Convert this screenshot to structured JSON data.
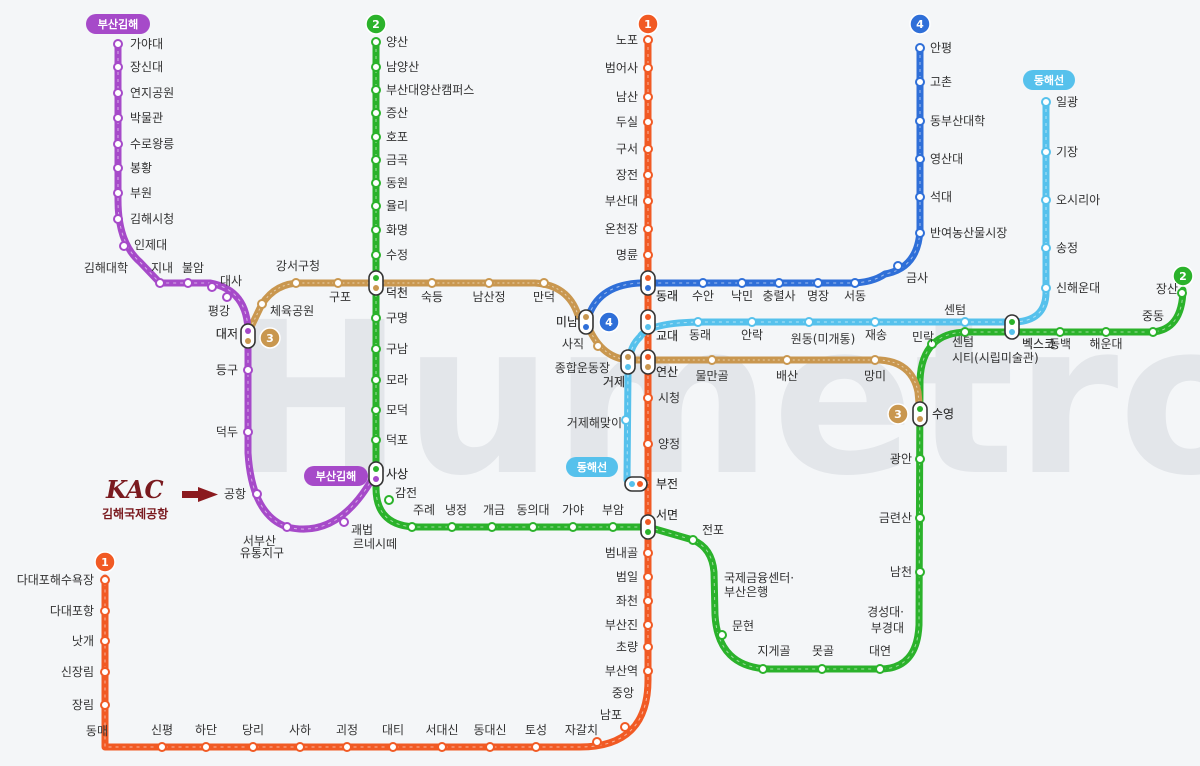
{
  "watermark": "Humetro",
  "lines": {
    "l1": {
      "badge": "1",
      "color": "#f15a24"
    },
    "l2": {
      "badge": "2",
      "color": "#2bb22b"
    },
    "l3": {
      "badge": "3",
      "color": "#c9974f"
    },
    "l4": {
      "badge": "4",
      "color": "#2f6fd8"
    },
    "bgl": {
      "badge": "부산김해",
      "color": "#a64ac9"
    },
    "dh": {
      "badge": "동해선",
      "color": "#56c1ec"
    }
  },
  "airport": {
    "logo": "KAC",
    "name": "김해국제공항"
  },
  "stations": {
    "l1": [
      "노포",
      "범어사",
      "남산",
      "두실",
      "구서",
      "장전",
      "부산대",
      "온천장",
      "명륜",
      "동래",
      "교대",
      "연산",
      "시청",
      "양정",
      "부전",
      "서면",
      "범내골",
      "범일",
      "좌천",
      "부산진",
      "초량",
      "부산역",
      "중앙",
      "남포",
      "자갈치",
      "토성",
      "동대신",
      "서대신",
      "대티",
      "괴정",
      "사하",
      "당리",
      "하단",
      "신평",
      "동매",
      "장림",
      "신장림",
      "낫개",
      "다대포항",
      "다대포해수욕장"
    ],
    "l2": [
      "양산",
      "남양산",
      "부산대양산캠퍼스",
      "증산",
      "호포",
      "금곡",
      "동원",
      "율리",
      "화명",
      "수정",
      "덕천",
      "구명",
      "구남",
      "모라",
      "모덕",
      "덕포",
      "사상",
      "감전",
      "주례",
      "냉정",
      "개금",
      "동의대",
      "가야",
      "부암",
      "서면",
      "전포",
      "국제금융센터·",
      "부산은행",
      "문현",
      "지게골",
      "못골",
      "대연",
      "경성대·",
      "부경대",
      "남천",
      "금련산",
      "광안",
      "수영",
      "민락",
      "센텀",
      "시티(시립미술관)",
      "벡스코",
      "동백",
      "해운대",
      "중동",
      "장산"
    ],
    "l3": [
      "강서구청",
      "체육공원",
      "대저",
      "구포",
      "덕천",
      "숙등",
      "남산정",
      "만덕",
      "미남",
      "사직",
      "종합운동장",
      "거제",
      "연산",
      "물만골",
      "배산",
      "망미",
      "수영"
    ],
    "l4": [
      "안평",
      "고촌",
      "동부산대학",
      "영산대",
      "석대",
      "반여농산물시장",
      "금사",
      "서동",
      "명장",
      "충렬사",
      "낙민",
      "수안",
      "동래",
      "미남"
    ],
    "bgl": [
      "가야대",
      "장신대",
      "연지공원",
      "박물관",
      "수로왕릉",
      "봉황",
      "부원",
      "김해시청",
      "인제대",
      "김해대학",
      "지내",
      "불암",
      "대사",
      "평강",
      "대저",
      "등구",
      "덕두",
      "공항",
      "서부산",
      "유통지구",
      "괘법",
      "르네시떼",
      "사상"
    ],
    "dh": [
      "일광",
      "기장",
      "오시리아",
      "송정",
      "신해운대",
      "센텀",
      "벡스코",
      "재송",
      "원동(미개통)",
      "안락",
      "동래",
      "교대",
      "거제",
      "거제해맞이",
      "부전"
    ]
  }
}
